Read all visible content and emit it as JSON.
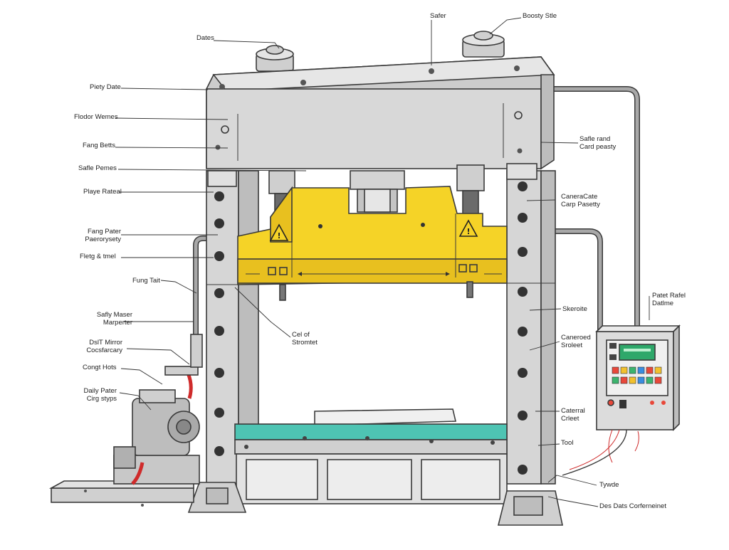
{
  "diagram": {
    "labels": {
      "top_safer": "Safer",
      "top_right": "Boosty Stle",
      "dates": "Dates",
      "piety_date": "Piety Date",
      "flodor_wemes": "Flodor Wemes",
      "fang_betts": "Fang Betts",
      "safle_pemes": "Safle Pemes",
      "playe_rateal": "Playe Rateal",
      "fong_pater_1": "Fang Pater",
      "fong_pater_2": "Paerorysety",
      "fletg_tmel": "Fletg & tmel",
      "fung_tait": "Fung Tait",
      "safly_maser_1": "Safly Maser",
      "safly_maser_2": "Marperter",
      "dslt_mirror_1": "DslT Mirror",
      "dslt_mirror_2": "Cocsfarcary",
      "congt_hots": "Congt Hots",
      "daily_pater_1": "Daily Pater",
      "daily_pater_2": "Cirg styps",
      "cel_of_1": "Cel of",
      "cel_of_2": "Stromtet",
      "safle_rand_1": "Safle rand",
      "safle_rand_2": "Card peasty",
      "caneracate_1": "CaneraCate",
      "caneracate_2": "Carp Pasetty",
      "patet_rafel_1": "Patet Rafel",
      "patet_rafel_2": "Datlme",
      "skeroite": "Skeroite",
      "caneroed_1": "Caneroed",
      "caneroed_2": "Sroleet",
      "caterral_1": "Caterral",
      "caterral_2": "Crleet",
      "tool": "Tool",
      "tywde": "Tywde",
      "des_dats": "Des Dats Corferneinet"
    },
    "colors": {
      "frame": "#d6d6d6",
      "frame_dark": "#bdbdbd",
      "outline": "#3a3a3a",
      "ram_yellow": "#f5d327",
      "ram_yellow_dark": "#d9b315",
      "bed_teal": "#4ec4b3",
      "pipe": "#9a9a9a",
      "hose_red": "#cf2b2b",
      "screen_green": "#2ea86a",
      "background": "#ffffff"
    },
    "icons": [
      "warning-triangle-icon",
      "warning-triangle-icon"
    ],
    "control_buttons": [
      "#e8483a",
      "#f2c12e",
      "#3cb46e",
      "#3a8de0",
      "#e8483a",
      "#f2c12e",
      "#3cb46e",
      "#e8483a",
      "#f2c12e",
      "#3a8de0",
      "#3cb46e",
      "#e8483a"
    ]
  }
}
